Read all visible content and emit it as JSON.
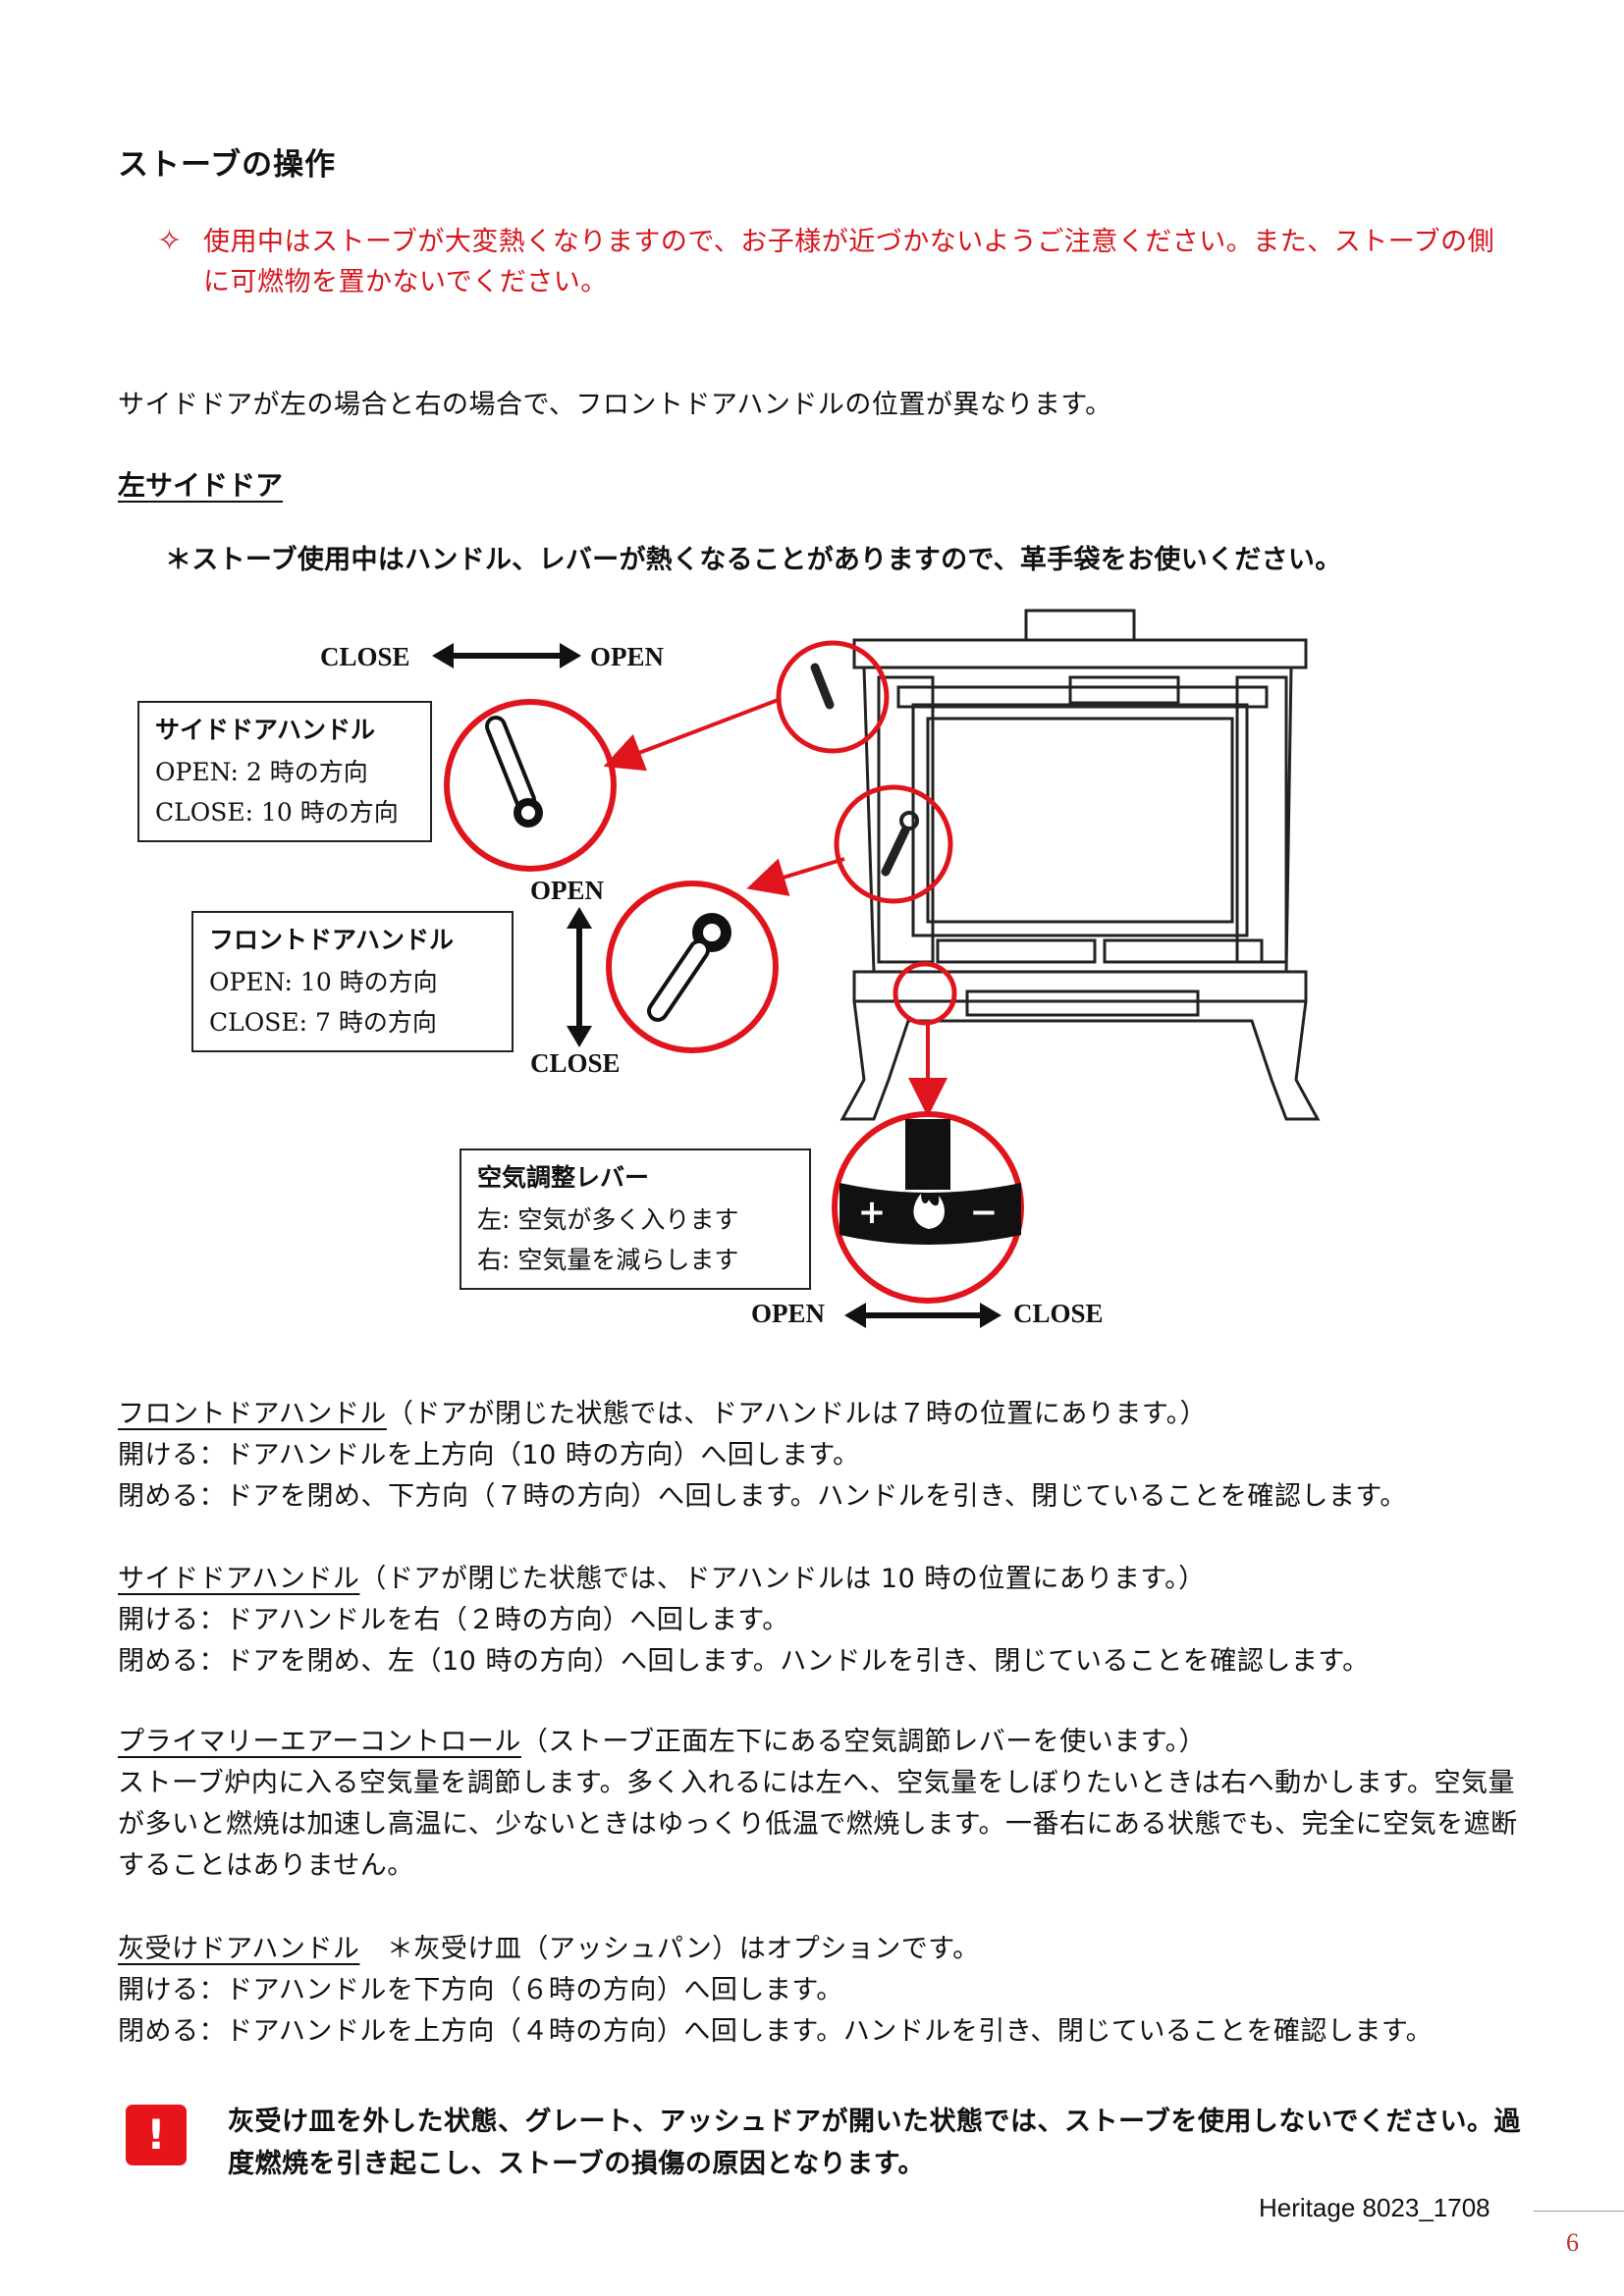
{
  "heading": "ストーブの操作",
  "warning": {
    "mark": "✧",
    "text": "使用中はストーブが大変熱くなりますので、お子様が近づかないようご注意ください。また、ストーブの側に可燃物を置かないでください。"
  },
  "intro": "サイドドアが左の場合と右の場合で、フロントドアハンドルの位置が異なります。",
  "section_title": "左サイドドア",
  "glove_note": "＊ストーブ使用中はハンドル、レバーが熱くなることがありますので、革手袋をお使いください。",
  "diagram": {
    "top_close": "CLOSE",
    "top_open": "OPEN",
    "mid_open": "OPEN",
    "mid_close": "CLOSE",
    "bottom_open": "OPEN",
    "bottom_close": "CLOSE",
    "side_box": {
      "title": "サイドドアハンドル",
      "line1": "OPEN: 2 時の方向",
      "line2": "CLOSE: 10 時の方向"
    },
    "front_box": {
      "title": "フロントドアハンドル",
      "line1": "OPEN: 10 時の方向",
      "line2": "CLOSE: 7 時の方向"
    },
    "air_box": {
      "title": "空気調整レバー",
      "line1": "左:  空気が多く入ります",
      "line2": "右:  空気量を減らします"
    },
    "lever_plus": "+",
    "lever_minus": "−"
  },
  "front_handle": {
    "title": "フロントドアハンドル",
    "desc": "（ドアが閉じた状態では、ドアハンドルは７時の位置にあります。）",
    "open": "開ける：ドアハンドルを上方向（10 時の方向）へ回します。",
    "close": "閉める：ドアを閉め、下方向（７時の方向）へ回します。ハンドルを引き、閉じていることを確認します。"
  },
  "side_handle": {
    "title": "サイドドアハンドル",
    "desc": "（ドアが閉じた状態では、ドアハンドルは 10 時の位置にあります。）",
    "open": "開ける：ドアハンドルを右（２時の方向）へ回します。",
    "close": "閉める：ドアを閉め、左（10 時の方向）へ回します。ハンドルを引き、閉じていることを確認します。"
  },
  "primary_air": {
    "title": "プライマリーエアーコントロール",
    "desc": "（ストーブ正面左下にある空気調節レバーを使います。）",
    "body": "ストーブ炉内に入る空気量を調節します。多く入れるには左へ、空気量をしぼりたいときは右へ動かします。空気量が多いと燃焼は加速し高温に、少ないときはゆっくり低温で燃焼します。一番右にある状態でも、完全に空気を遮断することはありません。"
  },
  "ash_handle": {
    "title": "灰受けドアハンドル",
    "desc": "　＊灰受け皿（アッシュパン）はオプションです。",
    "open": "開ける：ドアハンドルを下方向（６時の方向）へ回します。",
    "close": "閉める：ドアハンドルを上方向（４時の方向）へ回します。ハンドルを引き、閉じていることを確認します。"
  },
  "alert": {
    "mark": "!",
    "text": "灰受け皿を外した状態、グレート、アッシュドアが開いた状態では、ストーブを使用しないでください。過度燃焼を引き起こし、ストーブの損傷の原因となります。"
  },
  "footer": {
    "code": "Heritage 8023_1708",
    "page": "6"
  },
  "colors": {
    "accent_red": "#d6141c",
    "circle_red": "#e0141c"
  }
}
